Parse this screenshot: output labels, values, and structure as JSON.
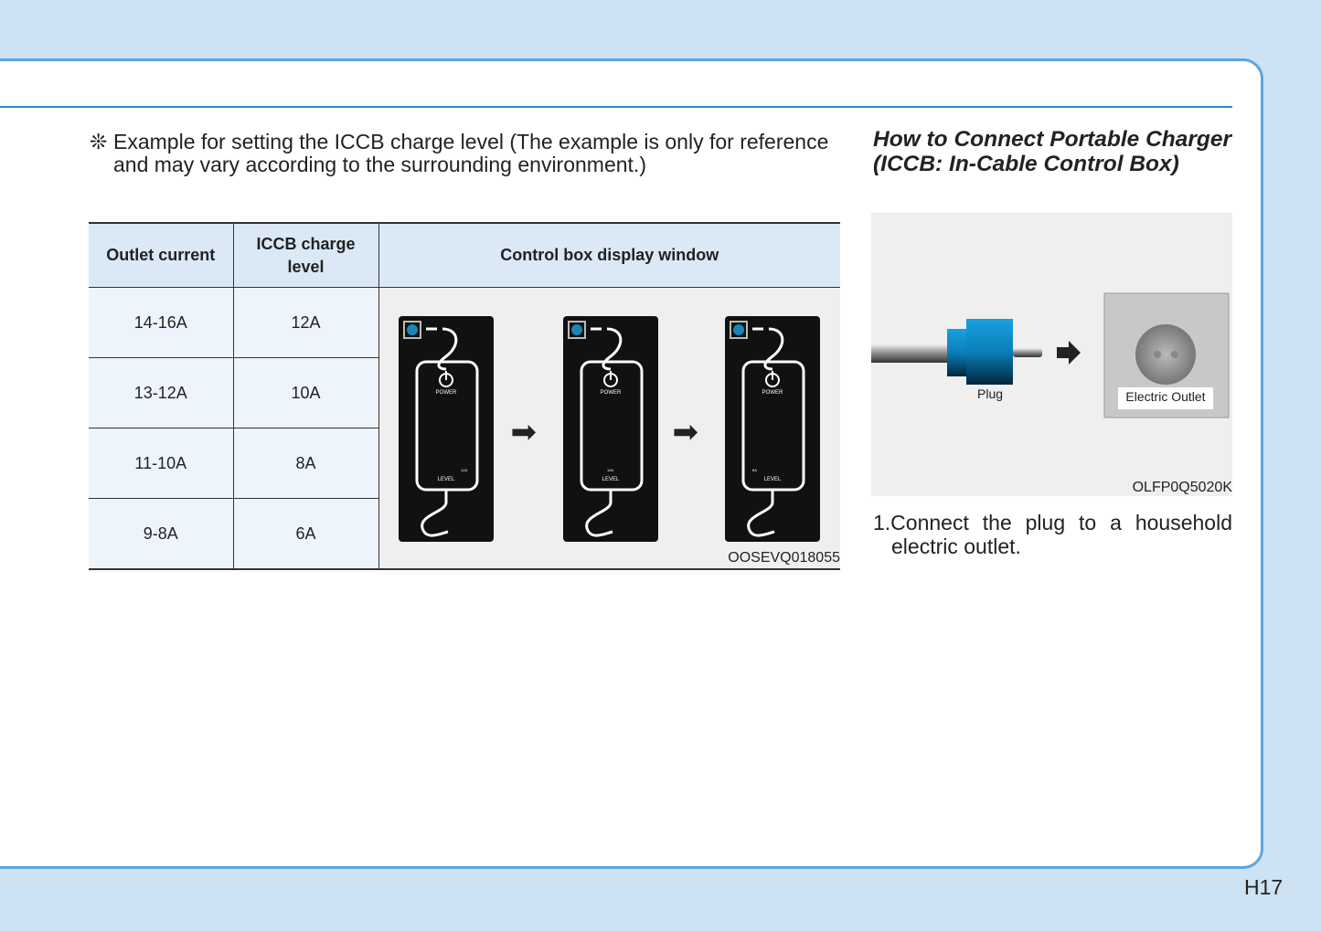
{
  "note": {
    "symbol": "❊",
    "line1": "Example for setting the ICCB charge level (The example is only for reference",
    "line2": "and may vary according to the surrounding environment.)"
  },
  "table": {
    "headers": [
      "Outlet current",
      "ICCB charge level",
      "Control box display window"
    ],
    "rows": [
      {
        "outlet": "14-16A",
        "level": "12A"
      },
      {
        "outlet": "13-12A",
        "level": "10A"
      },
      {
        "outlet": "11-10A",
        "level": "8A"
      },
      {
        "outlet": "9-8A",
        "level": "6A"
      }
    ],
    "devices": [
      {
        "power": "POWER",
        "level_label": "LEVEL",
        "level_value": "12A"
      },
      {
        "power": "POWER",
        "level_label": "LEVEL",
        "level_value": "10A"
      },
      {
        "power": "POWER",
        "level_label": "LEVEL",
        "level_value": "8A"
      }
    ],
    "image_code": "OOSEVQ018055"
  },
  "section": {
    "title": "How to Connect Portable Charger (ICCB: In-Cable Control Box)",
    "figure": {
      "plug_label": "Plug",
      "outlet_label": "Electric Outlet",
      "code": "OLFP0Q5020K"
    },
    "step1_line1": "1.Connect the plug to a household",
    "step1_line2": "electric outlet."
  },
  "page_number": "H17",
  "colors": {
    "border": "#5fa4dc",
    "background": "#cde2f2",
    "header_bg": "#dbe9f6",
    "plug": "#0a8fd0"
  }
}
